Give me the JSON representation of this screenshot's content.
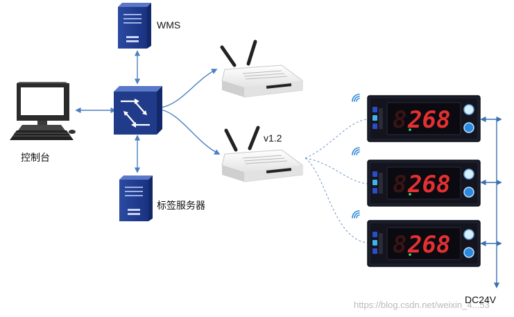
{
  "labels": {
    "wms": "WMS",
    "console": "控制台",
    "label_server": "标签服务器",
    "router_version": "v1.2",
    "power": "DC24V"
  },
  "display_value": "268",
  "watermark": "https://blog.csdn.net/weixin_4...53",
  "colors": {
    "server": "#1f3b8a",
    "switch": "#1f3b8a",
    "connector": "#4a7fc0",
    "segment_on": "#e33030",
    "segment_off": "#3a1414",
    "display_bg": "#14141e",
    "power_line": "#3a6fb0"
  },
  "icons": {
    "server": "server-tower-icon",
    "switch": "network-switch-icon",
    "router": "wifi-router-icon",
    "pc": "desktop-pc-icon",
    "display": "led-display-icon",
    "wifi": "wifi-signal-icon"
  }
}
